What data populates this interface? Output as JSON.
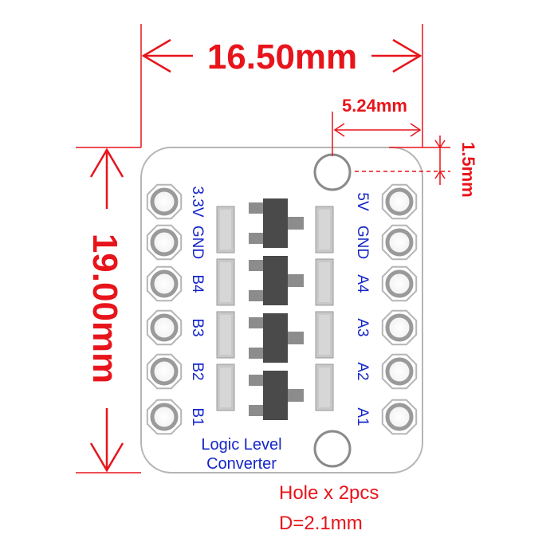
{
  "board": {
    "title_line1": "Logic Level",
    "title_line2": "Converter",
    "left_pins": [
      "3.3V",
      "GND",
      "B4",
      "B3",
      "B2",
      "B1"
    ],
    "right_pins": [
      "5V",
      "GND",
      "A4",
      "A3",
      "A2",
      "A1"
    ]
  },
  "dimensions": {
    "width": "16.50mm",
    "height": "19.00mm",
    "hole_offset_x": "5.24mm",
    "hole_offset_y": "1.5mm"
  },
  "note": {
    "line1": "Hole x 2pcs",
    "line2": "D=2.1mm"
  },
  "colors": {
    "dimension": "#e8141b",
    "label": "#1526c8",
    "board_outline": "#b5b5b5"
  }
}
